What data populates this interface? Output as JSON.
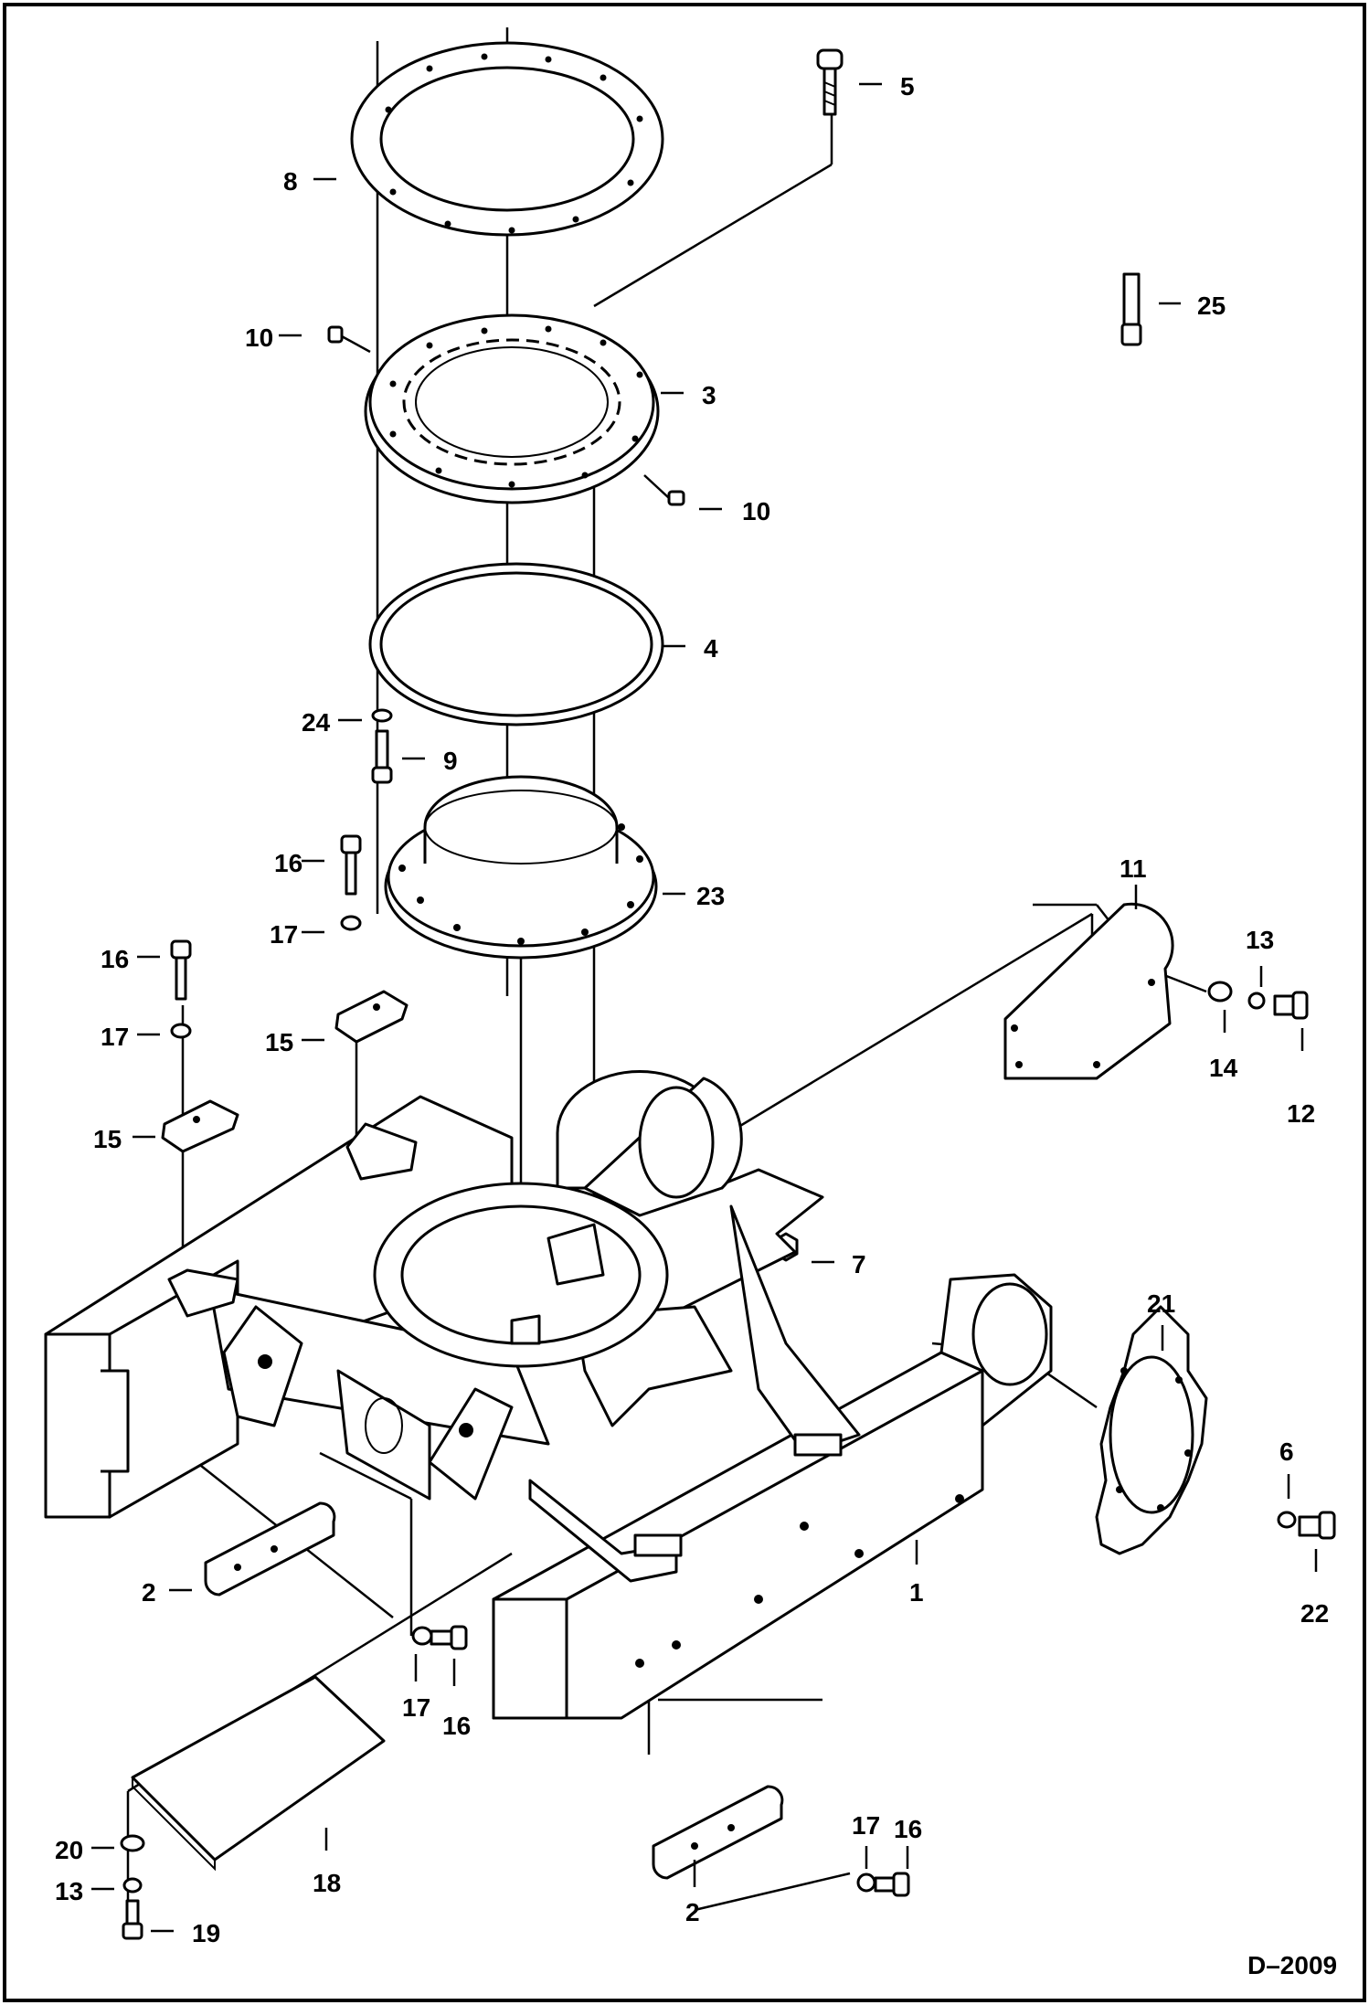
{
  "drawing": {
    "code": "D–2009",
    "colors": {
      "ink": "#000000",
      "paper": "#ffffff"
    }
  },
  "callouts": {
    "c1": "1",
    "c2a": "2",
    "c2b": "2",
    "c3": "3",
    "c4": "4",
    "c5": "5",
    "c6": "6",
    "c7": "7",
    "c8": "8",
    "c9": "9",
    "c10a": "10",
    "c10b": "10",
    "c11": "11",
    "c12": "12",
    "c13a": "13",
    "c13b": "13",
    "c14": "14",
    "c15a": "15",
    "c15b": "15",
    "c16a": "16",
    "c16b": "16",
    "c16c": "16",
    "c16d": "16",
    "c17a": "17",
    "c17b": "17",
    "c17c": "17",
    "c17d": "17",
    "c18": "18",
    "c19": "19",
    "c20": "20",
    "c21": "21",
    "c22": "22",
    "c23": "23",
    "c24": "24",
    "c25": "25"
  }
}
